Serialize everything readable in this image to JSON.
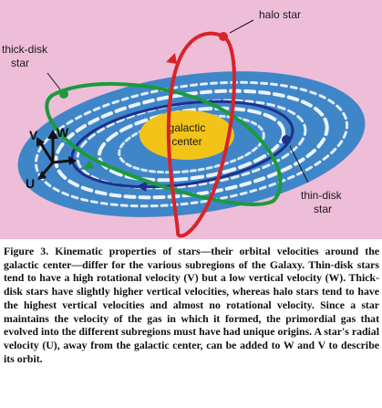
{
  "figure": {
    "labels": {
      "halo_star": "halo star",
      "thick_disk_star_line1": "thick-disk",
      "thick_disk_star_line2": "star",
      "thin_disk_star_line1": "thin-disk",
      "thin_disk_star_line2": "star",
      "galactic_center_line1": "galactic",
      "galactic_center_line2": "center",
      "axis_v": "V",
      "axis_w": "W",
      "axis_u": "U"
    },
    "colors": {
      "background": "#eebdd8",
      "disk": "#3f86c9",
      "disk_swirl": "#ffffff",
      "bulge": "#f2c318",
      "halo_orbit": "#d8232a",
      "thick_disk_orbit": "#1c9a3c",
      "thin_disk_orbit": "#1f2f8c"
    }
  },
  "caption": {
    "label": "Figure 3.",
    "text": "Kinematic properties of stars—their orbital velocities around the galactic center—differ for the various subregions of the Galaxy. Thin-disk stars tend to have a high rotational velocity (V) but a low vertical velocity (W). Thick-disk stars have slightly higher vertical velocities, whereas halo stars tend to have the highest vertical velocities and almost no rotational velocity. Since a star maintains the velocity of the gas in which it formed, the primordial gas that evolved into the different subregions must have had unique origins. A star's radial velocity (U), away from the galactic center, can be added to W and V to describe its orbit."
  }
}
